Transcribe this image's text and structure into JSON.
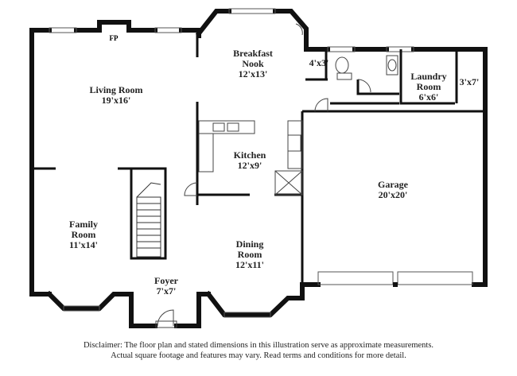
{
  "rooms": {
    "living": {
      "name": "Living Room",
      "dims": "19'x16'"
    },
    "breakfast": {
      "name": "Breakfast Nook",
      "dims": "12'x13'"
    },
    "closet": {
      "dims": "4'x3'"
    },
    "laundry": {
      "name": "Laundry Room",
      "dims": "6'x6'"
    },
    "storage": {
      "dims": "3'x7'"
    },
    "kitchen": {
      "name": "Kitchen",
      "dims": "12'x9'"
    },
    "garage": {
      "name": "Garage",
      "dims": "20'x20'"
    },
    "family": {
      "name": "Family Room",
      "dims": "11'x14'"
    },
    "dining": {
      "name": "Dining Room",
      "dims": "12'x11'"
    },
    "foyer": {
      "name": "Foyer",
      "dims": "7'x7'"
    }
  },
  "fireplace": "FP",
  "disclaimer": {
    "line1": "Disclaimer: The floor plan and stated dimensions in this illustration serve as approximate measurements.",
    "line2": "Actual square footage and features may vary. Read terms and conditions for more detail."
  }
}
